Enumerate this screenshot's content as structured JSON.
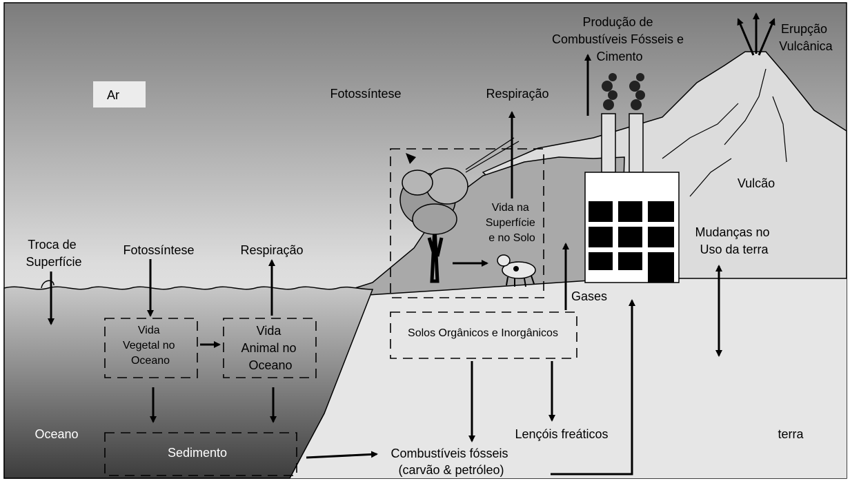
{
  "labels": {
    "air": "Ar",
    "photosynthesis_land": "Fotossíntese",
    "respiration_land": "Respiração",
    "fossil_production": [
      "Produção de",
      "Combustíveis Fósseis e",
      "Cimento"
    ],
    "eruption": [
      "Erupção",
      "Vulcânica"
    ],
    "volcano": "Vulcão",
    "land_surface_life": [
      "Vida na",
      "Superfície",
      "e no Solo"
    ],
    "land_use": [
      "Mudanças no",
      "Uso da terra"
    ],
    "surface_exchange": [
      "Troca de",
      "Superfície"
    ],
    "photosynthesis_ocean": "Fotossíntese",
    "respiration_ocean": "Respiração",
    "gases": "Gases",
    "ocean_plant_life": [
      "Vida",
      "Vegetal no",
      "Oceano"
    ],
    "ocean_animal_life": [
      "Vida",
      "Animal no",
      "Oceano"
    ],
    "soils": "Solos Orgânicos e Inorgânicos",
    "ocean": "Oceano",
    "sediment": "Sedimento",
    "groundwater": "Lençóis freáticos",
    "land": "terra",
    "fossil_fuels": [
      "Combustíveis fósseis",
      "(carvão & petróleo)"
    ]
  },
  "colors": {
    "ink": "#000000",
    "ground": "#e6e6e6",
    "hill": "#a9a9a9",
    "mountain": "#dcdcdc",
    "ocean_dark": "#4a4a4a",
    "tree": "#9a9a9a"
  }
}
